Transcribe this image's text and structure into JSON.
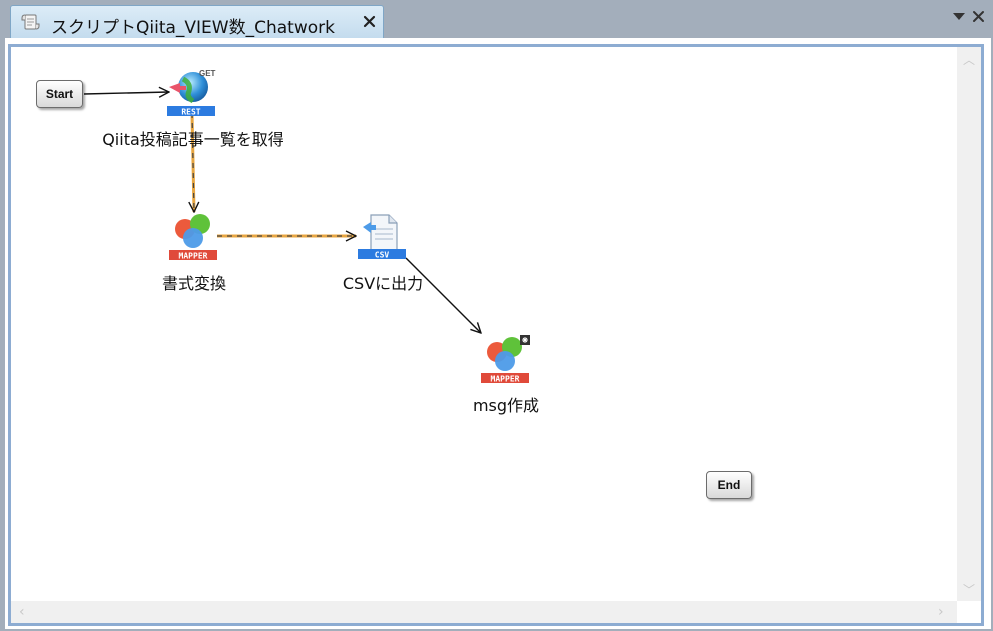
{
  "tab": {
    "title": "スクリプトQiita_VIEW数_Chatwork",
    "close_glyph": "✕"
  },
  "window_controls": {
    "menu_glyph": "▼",
    "close_glyph": "✕"
  },
  "diagram": {
    "start_label": "Start",
    "end_label": "End",
    "nodes": [
      {
        "label": "Qiita投稿記事一覧を取得",
        "icon": "rest-icon",
        "badge": "REST",
        "method": "GET"
      },
      {
        "label": "書式変換",
        "icon": "mapper-icon",
        "badge": "MAPPER"
      },
      {
        "label": "CSVに出力",
        "icon": "csv-icon",
        "badge": "CSV"
      },
      {
        "label": "msg作成",
        "icon": "mapper-icon",
        "badge": "MAPPER"
      }
    ]
  },
  "scrollbar": {
    "up": "︿",
    "down": "﹀",
    "left": "‹",
    "right": "›"
  },
  "colors": {
    "process_flow": "#e8a640",
    "data_flow": "#111111",
    "mapper_badge": "#e04a3a",
    "rest_badge": "#2c7be0",
    "frame": "#8dacd2"
  }
}
